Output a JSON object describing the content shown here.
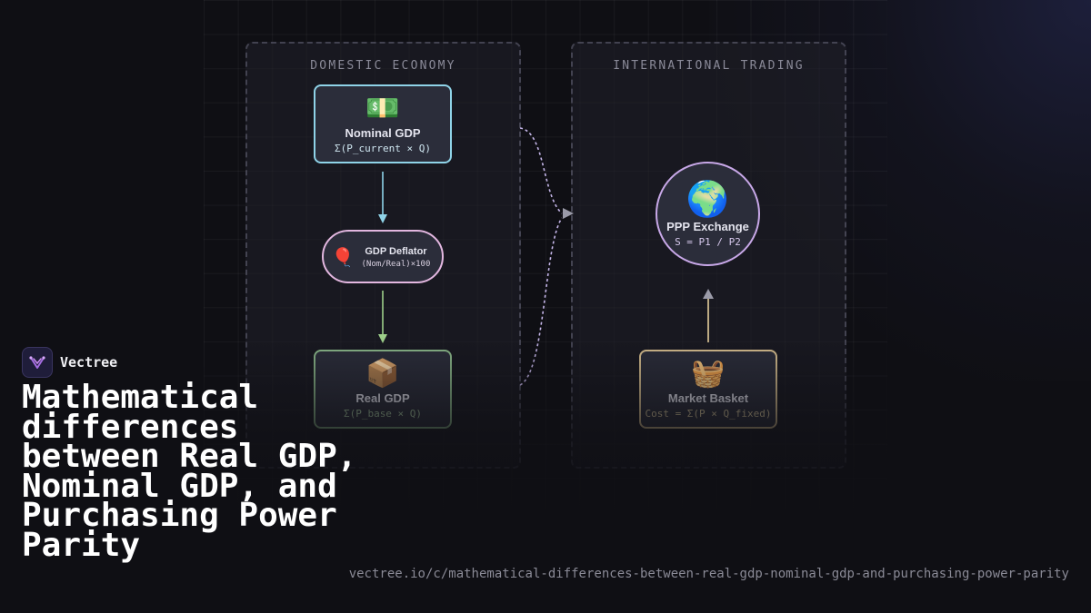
{
  "panels": {
    "domestic_title": "DOMESTIC ECONOMY",
    "international_title": "INTERNATIONAL TRADING"
  },
  "nodes": {
    "nominal": {
      "icon": "money-icon",
      "glyph": "💵",
      "label": "Nominal GDP",
      "formula": "Σ(P_current × Q)"
    },
    "deflator": {
      "icon": "balloon-icon",
      "glyph": "🎈",
      "label": "GDP Deflator",
      "formula": "(Nom/Real)×100"
    },
    "real": {
      "icon": "package-icon",
      "glyph": "📦",
      "label": "Real GDP",
      "formula": "Σ(P_base × Q)"
    },
    "ppp": {
      "icon": "globe-icon",
      "glyph": "🌍",
      "label": "PPP Exchange",
      "formula": "S = P1 / P2"
    },
    "basket": {
      "icon": "basket-icon",
      "glyph": "🧺",
      "label": "Market Basket",
      "formula": "Cost = Σ(P × Q_fixed)"
    }
  },
  "brand": {
    "name": "Vectree"
  },
  "headline": "Mathematical differences between Real GDP, Nominal GDP, and Purchasing Power Parity",
  "url": "vectree.io/c/mathematical-differences-between-real-gdp-nominal-gdp-and-purchasing-power-parity",
  "colors": {
    "background": "#0f0f14",
    "nominal_border": "#8fd3e8",
    "deflator_border": "#e3b7e0",
    "real_border": "#8bb88a",
    "ppp_border": "#c8a8e8",
    "basket_border": "#d8c090",
    "link_dashed": "#c4b5e8"
  }
}
